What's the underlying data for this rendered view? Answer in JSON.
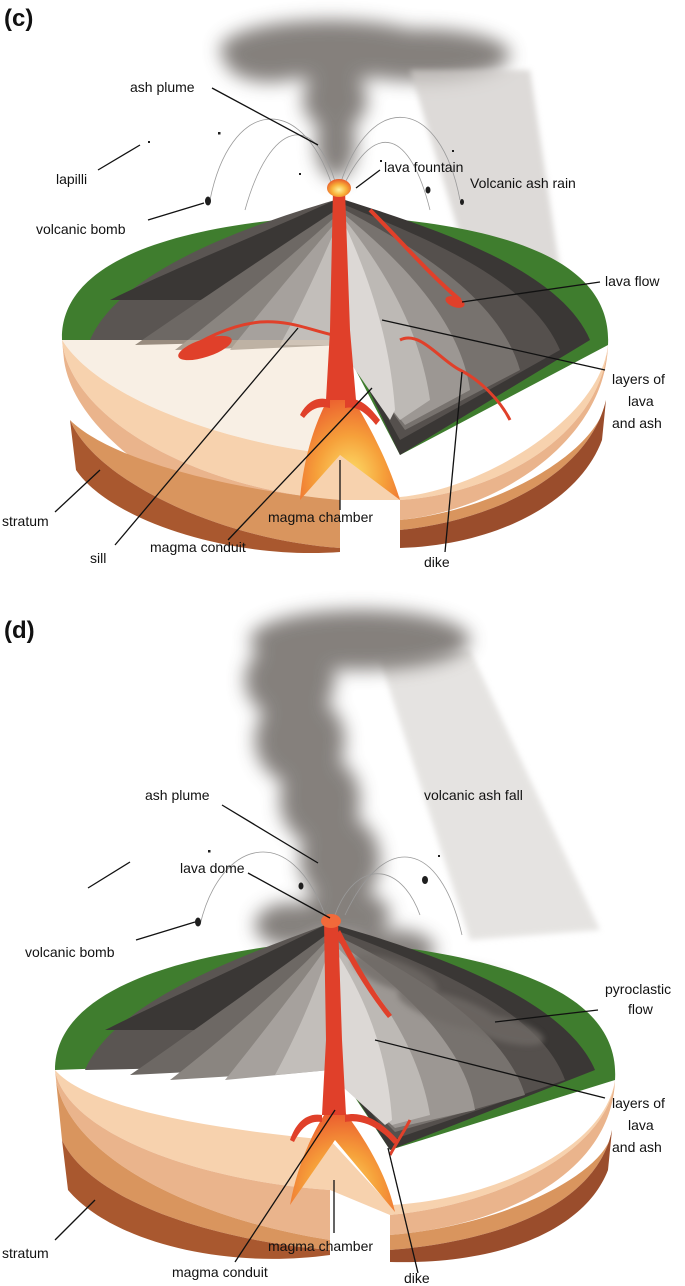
{
  "panels": [
    {
      "letter": "(c)",
      "labels": {
        "ash_plume": "ash plume",
        "lapilli": "lapilli",
        "lava_fountain": "lava fountain",
        "volcanic_ash_rain": "Volcanic ash rain",
        "volcanic_bomb": "volcanic bomb",
        "lava_flow": "lava flow",
        "layers_1": "layers of",
        "layers_2": "lava",
        "layers_3": "and ash",
        "stratum": "stratum",
        "sill": "sill",
        "magma_conduit": "magma conduit",
        "magma_chamber": "magma chamber",
        "dike": "dike"
      }
    },
    {
      "letter": "(d)",
      "labels": {
        "ash_plume": "ash plume",
        "volcanic_ash_fall": "volcanic ash fall",
        "lava_dome": "lava dome",
        "volcanic_bomb": "volcanic bomb",
        "pyroclastic_1": "pyroclastic",
        "pyroclastic_2": "flow",
        "layers_1": "layers of",
        "layers_2": "lava",
        "layers_3": "and ash",
        "stratum": "stratum",
        "magma_chamber": "magma chamber",
        "magma_conduit": "magma conduit",
        "dike": "dike"
      }
    }
  ],
  "colors": {
    "grass": "#3f7d2e",
    "lava": "#e0402a",
    "magma_core": "#fde06a",
    "ash": "#6f6a66",
    "soil_light": "#eab48c",
    "soil_mid": "#d9955e",
    "soil_dark": "#9a4d2c"
  }
}
